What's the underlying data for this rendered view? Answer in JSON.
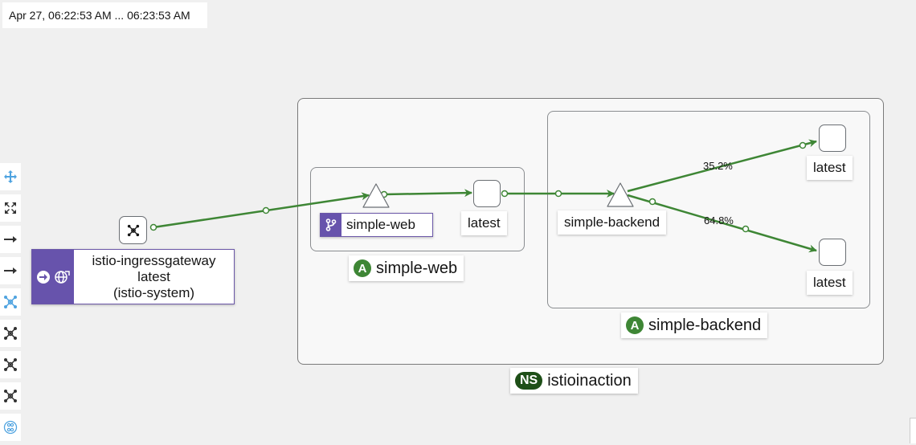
{
  "header": {
    "time_range": "Apr 27, 06:22:53 AM ... 06:23:53 AM"
  },
  "toolbar": {
    "items": [
      {
        "icon": "move-icon"
      },
      {
        "icon": "expand-icon"
      },
      {
        "icon": "arrow-right-icon"
      },
      {
        "icon": "arrow-right-icon"
      },
      {
        "icon": "cluster-icon"
      },
      {
        "icon": "cluster-icon"
      },
      {
        "icon": "cluster-icon"
      },
      {
        "icon": "cluster-icon"
      },
      {
        "icon": "hierarchy-icon"
      }
    ]
  },
  "graph": {
    "namespace": {
      "badge": "NS",
      "name": "istioinaction"
    },
    "apps": [
      {
        "badge": "A",
        "name": "simple-web"
      },
      {
        "badge": "A",
        "name": "simple-backend"
      }
    ],
    "gateway": {
      "line1": "istio-ingressgateway",
      "line2": "latest",
      "line3": "(istio-system)"
    },
    "services": [
      {
        "name": "simple-web"
      },
      {
        "name": "simple-backend"
      }
    ],
    "workloads": [
      {
        "name": "latest"
      },
      {
        "name": "latest"
      },
      {
        "name": "latest"
      }
    ],
    "edges": [
      {
        "label": "35.2%"
      },
      {
        "label": "64.8%"
      }
    ],
    "colors": {
      "edge": "#3e8635",
      "app_badge": "#3e8635",
      "ns_badge": "#1e4f18",
      "gateway": "#6753ac"
    }
  }
}
